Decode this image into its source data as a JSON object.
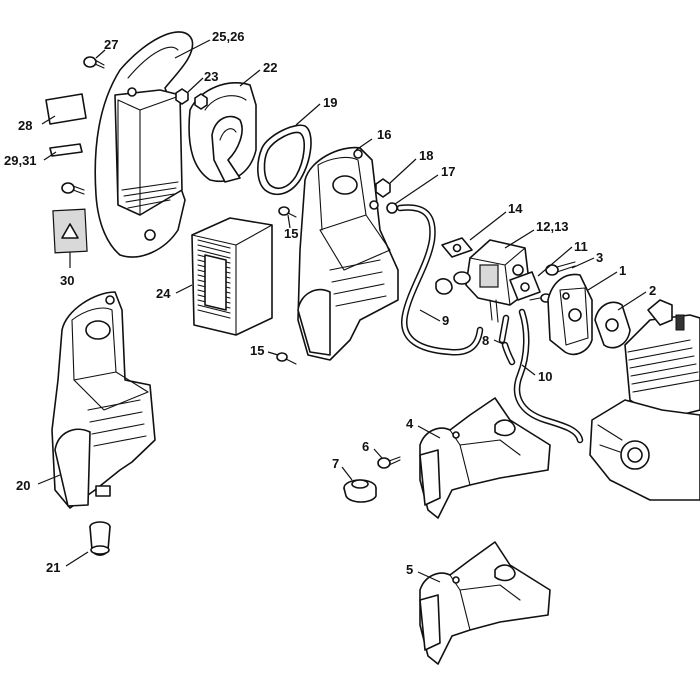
{
  "labels": {
    "p1": "1",
    "p2": "2",
    "p3": "3",
    "p4": "4",
    "p5": "5",
    "p6": "6",
    "p7": "7",
    "p8": "8",
    "p9": "9",
    "p10": "10",
    "p11": "11",
    "p12_13": "12,13",
    "p14": "14",
    "p15a": "15",
    "p15b": "15",
    "p16": "16",
    "p17": "17",
    "p18": "18",
    "p19": "19",
    "p20": "20",
    "p21": "21",
    "p22": "22",
    "p23": "23",
    "p24": "24",
    "p25_26": "25,26",
    "p27": "27",
    "p28": "28",
    "p29_31": "29,31",
    "p30": "30"
  }
}
